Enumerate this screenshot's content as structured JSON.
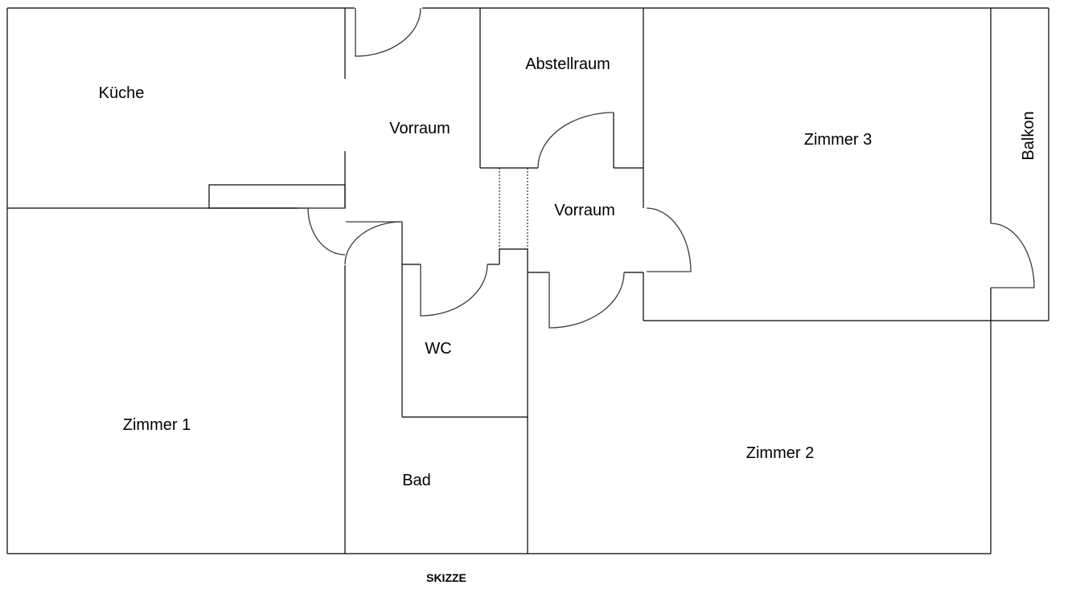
{
  "rooms": {
    "kueche": "Küche",
    "vorraum_1": "Vorraum",
    "abstellraum": "Abstellraum",
    "zimmer_3": "Zimmer 3",
    "balkon": "Balkon",
    "vorraum_2": "Vorraum",
    "wc": "WC",
    "zimmer_1": "Zimmer 1",
    "bad": "Bad",
    "zimmer_2": "Zimmer 2"
  },
  "caption": "SKIZZE",
  "colors": {
    "wall": "#000000",
    "door": "#3a3a3a",
    "background": "#ffffff"
  }
}
